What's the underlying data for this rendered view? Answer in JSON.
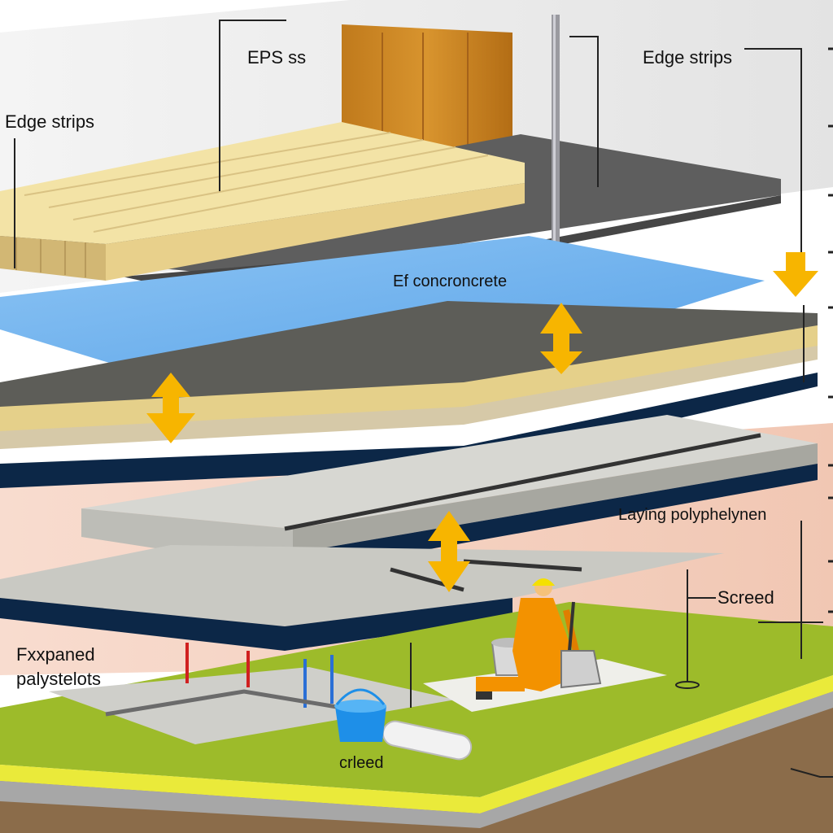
{
  "labels": {
    "eps": "EPS ss",
    "edge_strips_left": "Edge strips",
    "edge_strips_right": "Edge strips",
    "ef_concrete": "Ef concroncrete",
    "laying_polyethylene": "Laying polyphelynen",
    "screed_right": "Screed",
    "expanded_polystyrene": "Fxxpaned\npalystelots",
    "screed_bottom": "crleed"
  },
  "colors": {
    "arrow": "#f7b500",
    "insulation": "#f3e3a6",
    "foil": "#6fb3ee",
    "membrane_edge": "#0c2747",
    "floor": "#9dbb2a",
    "wall_pink": "#f6d7c8",
    "worker": "#f39200"
  },
  "icons": [
    "down-arrow-icon",
    "worker-figure",
    "bucket-icon",
    "pipe-icon"
  ]
}
